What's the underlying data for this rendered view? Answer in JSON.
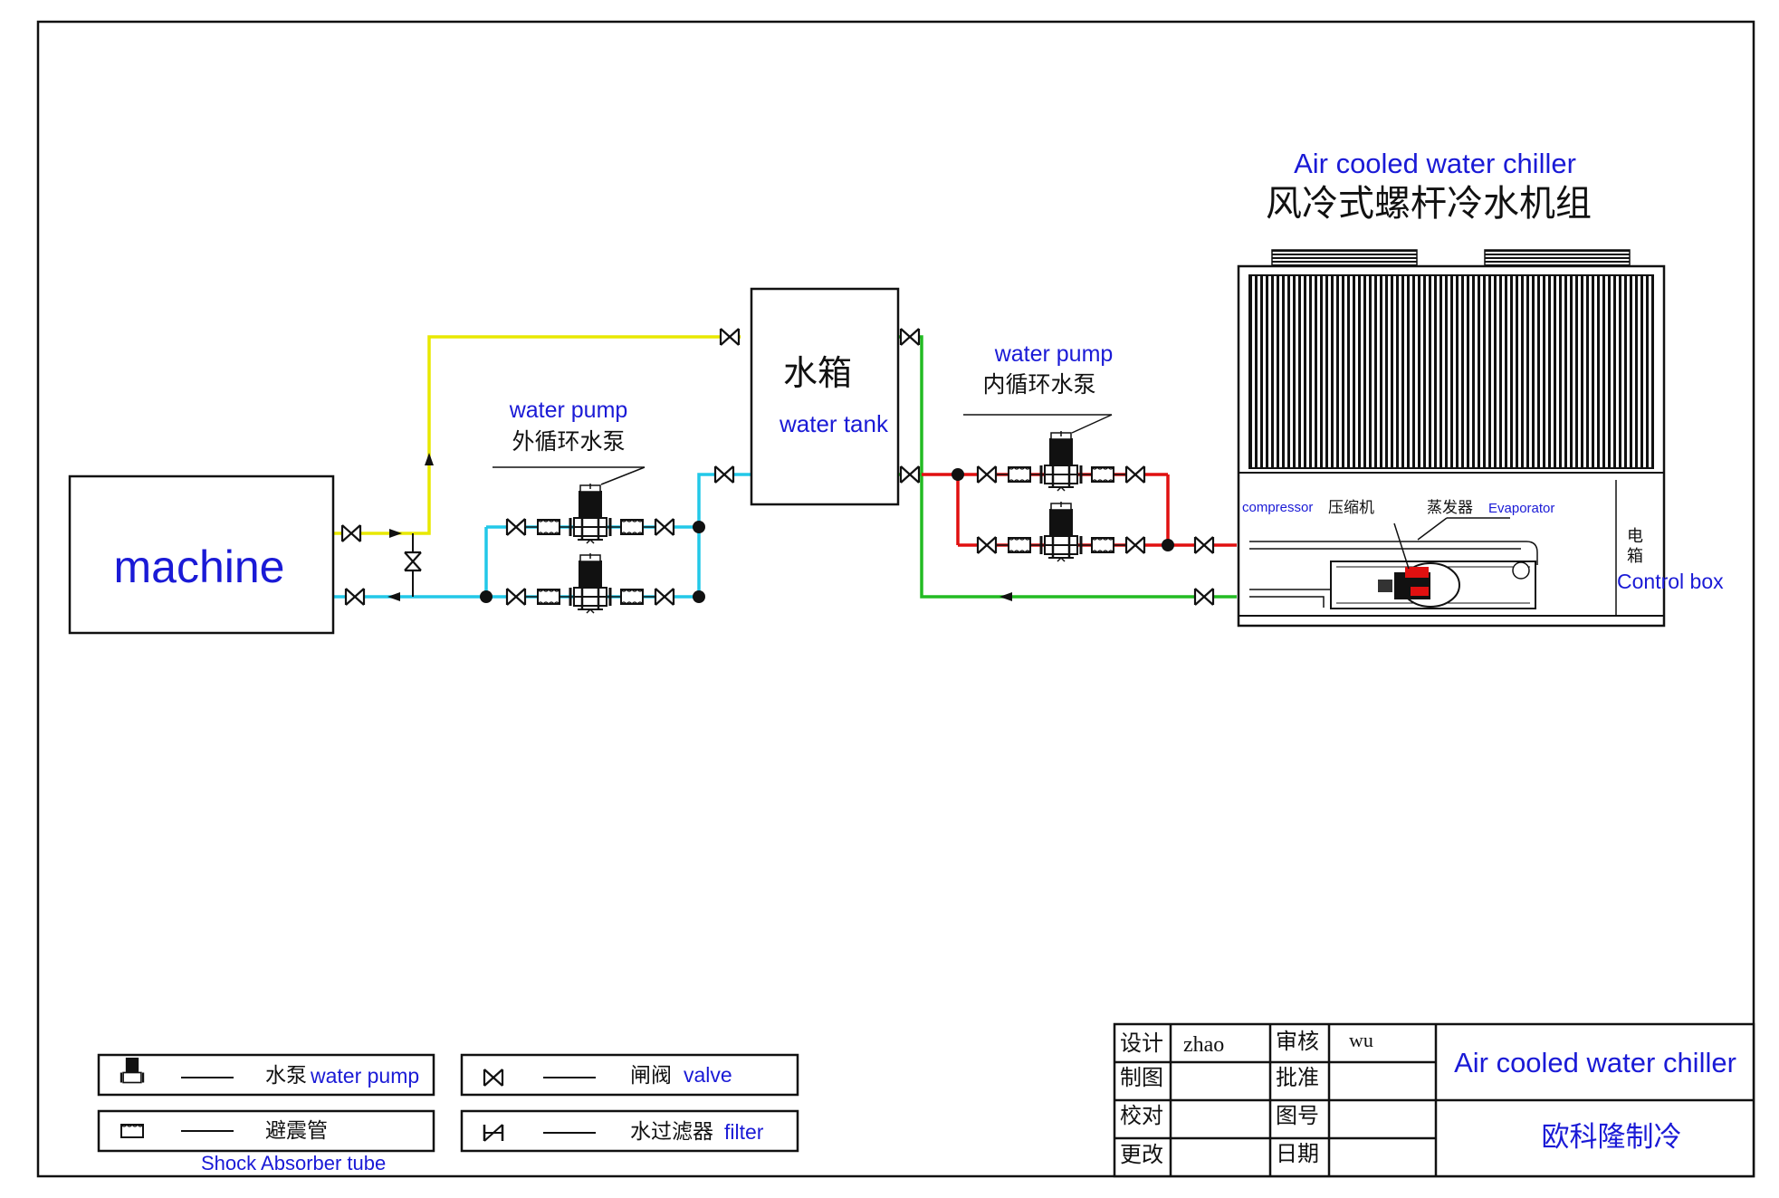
{
  "machine": {
    "label": "machine"
  },
  "tank": {
    "label_cn": "水箱",
    "label_en": "water tank"
  },
  "outer_pump": {
    "label_en": "water pump",
    "label_cn": "外循环水泵"
  },
  "inner_pump": {
    "label_en": "water pump",
    "label_cn": "内循环水泵"
  },
  "chiller": {
    "title_en": "Air cooled water chiller",
    "title_cn": "风冷式螺杆冷水机组",
    "compressor_label": "compressor",
    "compressor_cn": "压缩机",
    "evaporator_cn": "蒸发器",
    "evaporator_en": "Evaporator",
    "control_box_cn_1": "电",
    "control_box_cn_2": "箱",
    "control_box_en": "Control box"
  },
  "legend": {
    "pump_cn": "水泵",
    "pump_en": "water pump",
    "valve_cn": "闸阀",
    "valve_en": "valve",
    "shock_cn": "避震管",
    "shock_en": "Shock Absorber tube",
    "filter_cn": "水过滤器",
    "filter_en": "filter",
    "dash": "——"
  },
  "title_block": {
    "design_label": "设计",
    "design_value": "zhao",
    "review_label": "审核",
    "review_value": "wu",
    "draw_label": "制图",
    "approve_label": "批准",
    "check_label": "校对",
    "drawing_no_label": "图号",
    "change_label": "更改",
    "date_label": "日期",
    "product_title": "Air cooled water chiller",
    "company": "欧科隆制冷"
  },
  "colors": {
    "supply_yellow": "#e8e800",
    "return_cyan": "#22c8e8",
    "chiller_red": "#e01010",
    "chiller_green": "#22bb22",
    "text_blue": "#1a1ad6"
  },
  "icons": [
    "gate-valve-icon",
    "pump-icon",
    "shock-absorber-icon",
    "filter-icon",
    "flow-arrow-icon",
    "junction-dot-icon"
  ]
}
